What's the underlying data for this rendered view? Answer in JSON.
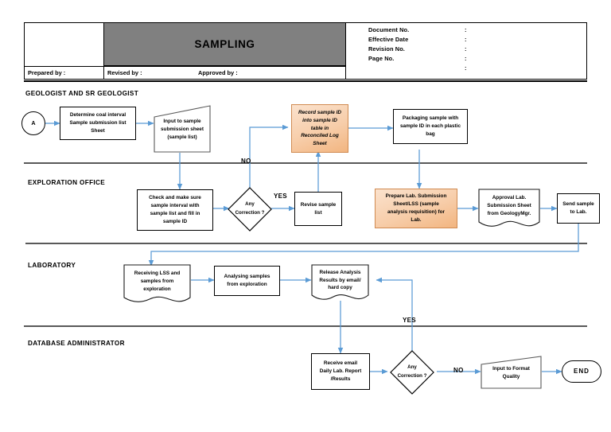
{
  "header": {
    "title": "SAMPLING",
    "meta_rows": [
      {
        "label": "Document No.",
        "colon": ":",
        "value": ""
      },
      {
        "label": "Effective Date",
        "colon": ":",
        "value": ""
      },
      {
        "label": "Revision No.",
        "colon": ":",
        "value": ""
      },
      {
        "label": "Page No.",
        "colon": ":",
        "value": ""
      }
    ],
    "signoff": [
      {
        "label": "Prepared by :"
      },
      {
        "label": "Revised by :"
      },
      {
        "label": "Approved by :"
      }
    ],
    "title_fill": "#808080"
  },
  "lanes": [
    {
      "name": "GEOLOGIST AND  SR  GEOLOGIST"
    },
    {
      "name": "EXPLORATION OFFICE"
    },
    {
      "name": "LABORATORY"
    },
    {
      "name": "DATABASE ADMINISTRATOR"
    }
  ],
  "colors": {
    "accent_orange": "#f2b580",
    "connector_blue": "#5b9bd5",
    "lane_divider": "#595959",
    "node_border": "#000000"
  },
  "nodes": {
    "start_a": "A",
    "determine_interval": "Determine coal interval\nSample submission list\nSheet",
    "input_sample_sheet": "Input to sample\nsubmission sheet\n(sample list)",
    "record_sample_id": "Record sample ID\ninto sample ID\ntable in\nReconciled Log\nSheet",
    "packaging_sample": "Packaging sample with\nsample ID in each plastic\nbag",
    "check_make_sure": "Check and make sure\nsample interval with\nsample list and fill in\nsample ID",
    "decision_correction_1": "Any\nCorrection ?",
    "revise_sample_list": "Revise sample\nlist",
    "prepare_lss": "Prepare Lab. Submission\nSheet/LSS (sample\nanalysis requisition) for\nLab.",
    "approval_lss": "Approval Lab.\nSubmission Sheet\nfrom GeologyMgr.",
    "send_sample_lab": "Send sample\nto Lab.",
    "receiving_lss": "Receiving LSS and\nsamples from\nexploration",
    "analysing_samples": "Analysing samples\nfrom exploration",
    "release_analysis": "Release Analysis\nResults by email/\nhard copy",
    "receive_email": "Receive email\nDaily Lab. Report\n/Results",
    "decision_correction_2": "Any\nCorrection ?",
    "input_format_quality": "Input to Format\nQuality",
    "end": "END"
  },
  "connector_labels": {
    "no_upper": "NO",
    "yes_upper": "YES",
    "yes_lower": "YES",
    "no_lower": "NO"
  }
}
